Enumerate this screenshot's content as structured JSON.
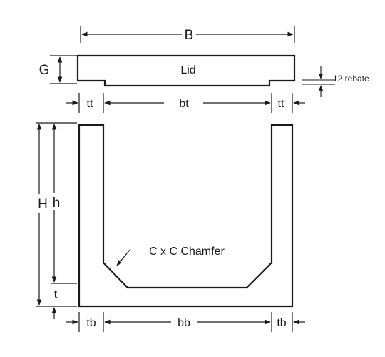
{
  "labels": {
    "overall_width": "B",
    "lid_thickness": "G",
    "lid": "Lid",
    "rebate": "12 rebate",
    "top_wall_thickness_left": "tt",
    "top_inner_width": "bt",
    "top_wall_thickness_right": "tt",
    "overall_height": "H",
    "inner_height": "h",
    "chamfer": "C x C Chamfer",
    "base_thickness": "t",
    "bottom_wall_thickness_left": "tb",
    "bottom_inner_width": "bb",
    "bottom_wall_thickness_right": "tb"
  },
  "colors": {
    "line": "#1a1a1a",
    "background": "#ffffff"
  }
}
